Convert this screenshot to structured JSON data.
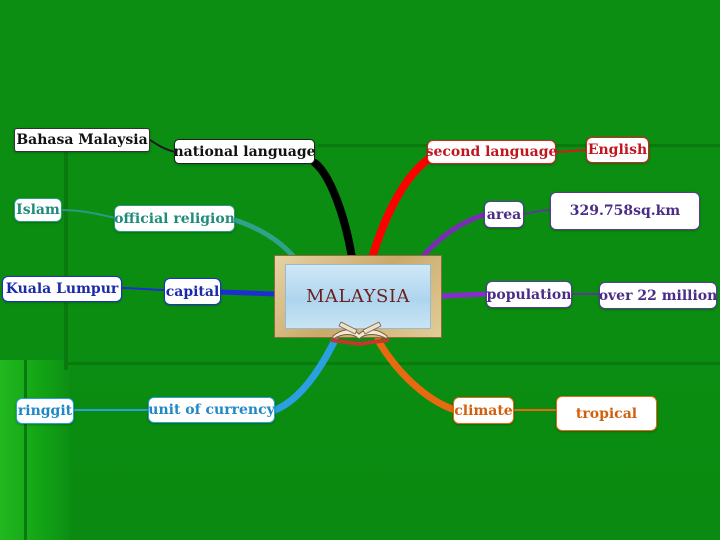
{
  "center": {
    "title": "MALAYSIA"
  },
  "icons": {
    "center": "open-book-icon"
  },
  "colors": {
    "background": "#0b8f14",
    "black_branch": "#000000",
    "red_branch": "#ff0000",
    "purple_branch": "#7b2bb5",
    "orange_branch": "#e86a10",
    "blue_branch": "#2a8fd8",
    "teal_branch": "#2fa38a",
    "navy_branch": "#1d2fd0"
  },
  "nodes": {
    "national_language": "national language",
    "bahasa_malaysia": "Bahasa Malaysia",
    "second_language": "second language",
    "english": "English",
    "official_religion": "official religion",
    "islam": "Islam",
    "area": "area",
    "area_value": "329.758sq.km",
    "capital": "capital",
    "kuala_lumpur": "Kuala Lumpur",
    "population": "population",
    "population_value": "over 22 million",
    "unit_of_currency": "unit of currency",
    "ringgit": "ringgit",
    "climate": "climate",
    "tropical": "tropical"
  }
}
